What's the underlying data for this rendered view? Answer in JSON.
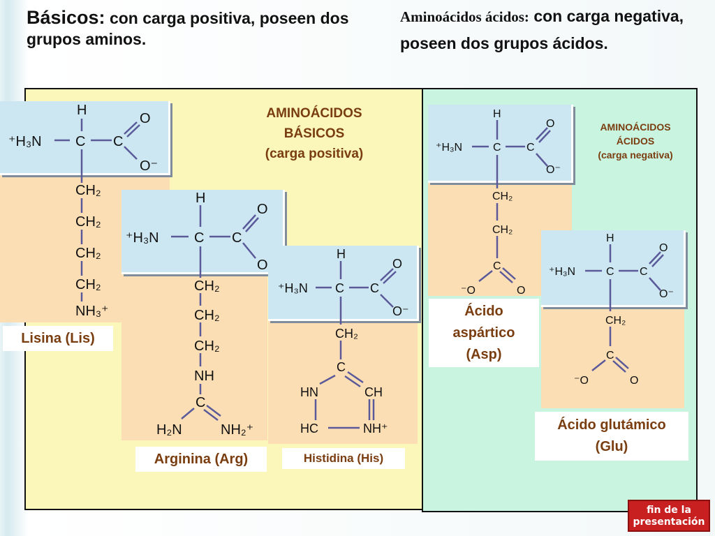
{
  "heading_left": {
    "part1": "Básicos:",
    "part2": " con carga positiva, poseen dos grupos aminos."
  },
  "heading_right": {
    "part1": "Aminoácidos ácidos:",
    "part2": " con carga negativa, poseen dos grupos ácidos."
  },
  "basic_panel": {
    "title_line1": "AMINOÁCIDOS",
    "title_line2": "BÁSICOS",
    "title_line3": "(carga positiva)"
  },
  "acid_panel": {
    "title_line1": "AMINOÁCIDOS",
    "title_line2": "ÁCIDOS",
    "title_line3": "(carga negativa)"
  },
  "common": {
    "h": "H",
    "c": "C",
    "o": "O",
    "ominus": "O⁻",
    "h3n": "⁺H₃N",
    "ch2": "CH₂"
  },
  "lisina": {
    "name": "Lisina (Lis)",
    "chain": [
      "CH₂",
      "CH₂",
      "CH₂",
      "CH₂"
    ],
    "terminal": "NH₃⁺"
  },
  "arginina": {
    "name": "Arginina (Arg)",
    "chain": [
      "CH₂",
      "CH₂",
      "CH₂",
      "NH",
      "C"
    ],
    "left": "H₂N",
    "right": "NH₂⁺"
  },
  "histidina": {
    "name": "Histidina (His)",
    "chain": [
      "CH₂",
      "C"
    ],
    "ring_hn": "HN",
    "ring_ch1": "CH",
    "ring_hc": "HC",
    "ring_nh": "NH⁺"
  },
  "aspartico": {
    "name_line1": "Ácido",
    "name_line2": "aspártico",
    "name_line3": "(Asp)",
    "chain": [
      "CH₂",
      "CH₂",
      "C"
    ],
    "o_minus": "⁻O",
    "o": "O"
  },
  "glutamico": {
    "name_line1": "Ácido glutámico",
    "name_line2": "(Glu)",
    "chain": [
      "CH₂",
      "C"
    ],
    "o_minus": "⁻O",
    "o": "O"
  },
  "button": {
    "line1": "fin de la",
    "line2": "presentación"
  },
  "colors": {
    "basic_bg": "#fbf6b9",
    "acid_bg": "#c9f4e0",
    "card_head": "#cce7f1",
    "card_body": "#fcdeb5",
    "title_brown": "#7a3d10",
    "bond": "#5a5a9a",
    "button_red": "#c82020"
  }
}
